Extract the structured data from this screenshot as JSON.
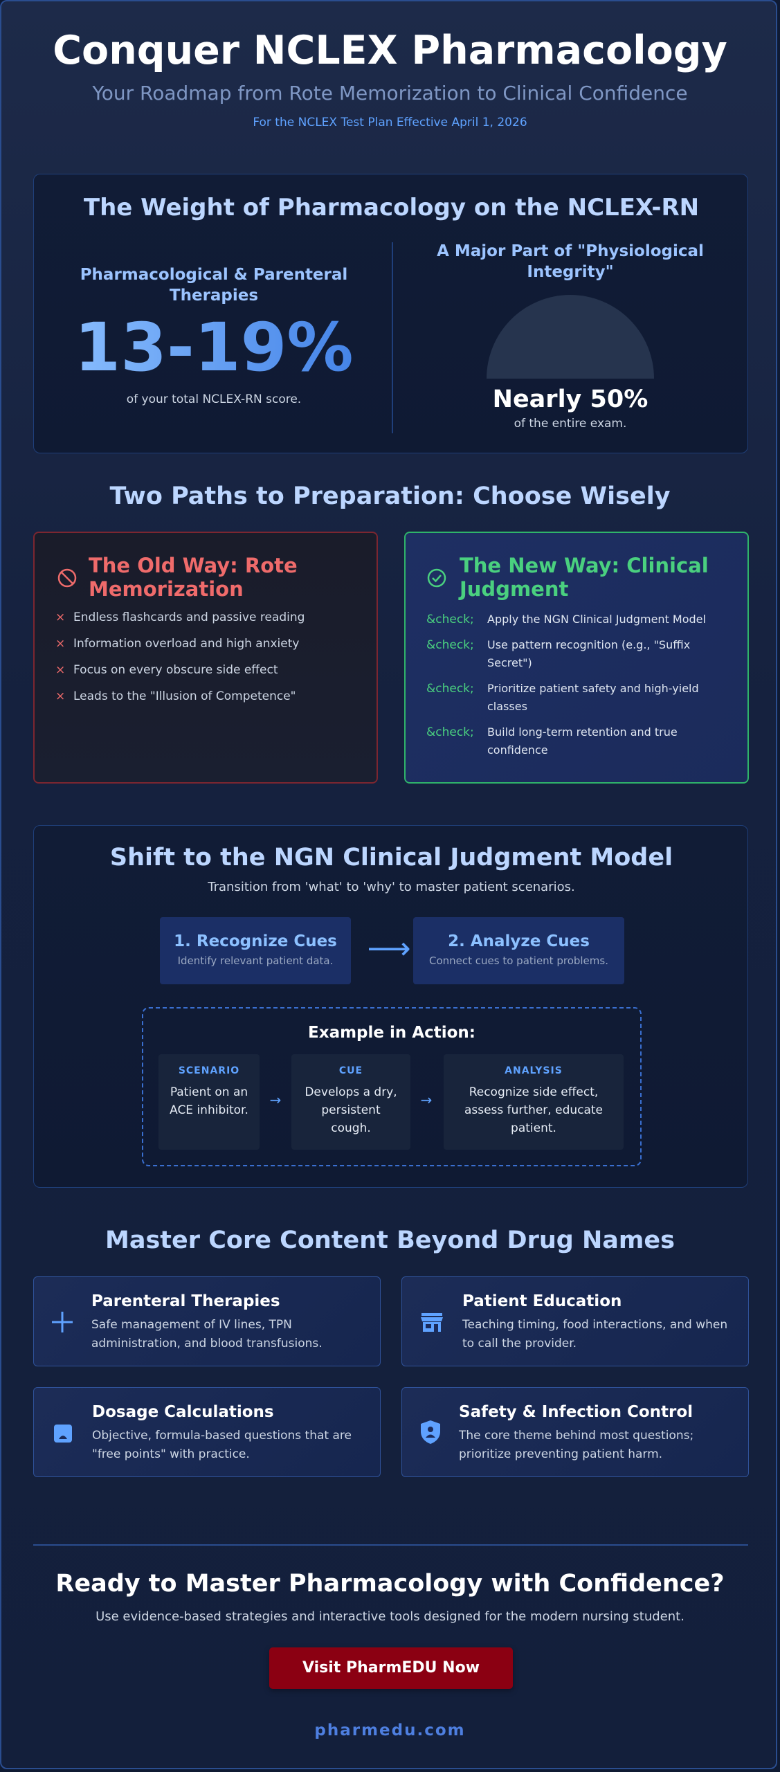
{
  "header": {
    "title": "Conquer NCLEX Pharmacology",
    "subtitle": "Your Roadmap from Rote Memorization to Clinical Confidence",
    "tagline": "For the NCLEX Test Plan Effective April 1, 2026"
  },
  "weight": {
    "title": "The Weight of Pharmacology on the NCLEX-RN",
    "left_label": "Pharmacological & Parenteral Therapies",
    "percent": "13-19%",
    "percent_caption": "of your total NCLEX-RN score.",
    "right_label": "A Major Part of \"Physiological Integrity\"",
    "gauge_value": "Nearly 50%",
    "gauge_caption": "of the entire exam."
  },
  "paths": {
    "title": "Two Paths to Preparation: Choose Wisely",
    "old": {
      "title": "The Old Way: Rote Memorization",
      "items": [
        "Endless flashcards and passive reading",
        "Information overload and high anxiety",
        "Focus on every obscure side effect",
        "Leads to the \"Illusion of Competence\""
      ],
      "bullet": "×",
      "color": "#ef6b6b"
    },
    "new": {
      "title": "The New Way: Clinical Judgment",
      "items": [
        "Apply the NGN Clinical Judgment Model",
        "Use pattern recognition (e.g., \"Suffix Secret\")",
        "Prioritize patient safety and high-yield classes",
        "Build long-term retention and true confidence"
      ],
      "bullet": "&check;",
      "color": "#4ad07f"
    }
  },
  "model": {
    "title": "Shift to the NGN Clinical Judgment Model",
    "subtitle": "Transition from 'what' to 'why' to master patient scenarios.",
    "step1_title": "1. Recognize Cues",
    "step1_sub": "Identify relevant patient data.",
    "step2_title": "2. Analyze Cues",
    "step2_sub": "Connect cues to patient problems.",
    "arrow": "⟶",
    "example_title": "Example in Action:",
    "example": [
      {
        "label": "SCENARIO",
        "text": "Patient on an ACE inhibitor."
      },
      {
        "label": "CUE",
        "text": "Develops a dry, persistent cough."
      },
      {
        "label": "ANALYSIS",
        "text": "Recognize side effect, assess further, educate patient."
      }
    ],
    "small_arrow": "→"
  },
  "core": {
    "title": "Master Core Content Beyond Drug Names",
    "items": [
      {
        "title": "Parenteral Therapies",
        "text": "Safe management of IV lines, TPN administration, and blood transfusions.",
        "icon": "plus-icon"
      },
      {
        "title": "Patient Education",
        "text": "Teaching timing, food interactions, and when to call the provider.",
        "icon": "storefront-icon"
      },
      {
        "title": "Dosage Calculations",
        "text": "Objective, formula-based questions that are \"free points\" with practice.",
        "icon": "calculator-icon"
      },
      {
        "title": "Safety & Infection Control",
        "text": "The core theme behind most questions; prioritize preventing patient harm.",
        "icon": "shield-icon"
      }
    ]
  },
  "cta": {
    "title": "Ready to Master Pharmacology with Confidence?",
    "text": "Use evidence-based strategies and interactive tools designed for the modern nursing student.",
    "button": "Visit PharmEDU Now",
    "url": "pharmedu.com"
  },
  "colors": {
    "accent": "#5fa2ff",
    "heading": "#bcd6ff",
    "button": "#8b0012",
    "green": "#4ad07f",
    "red": "#ef6b6b"
  }
}
